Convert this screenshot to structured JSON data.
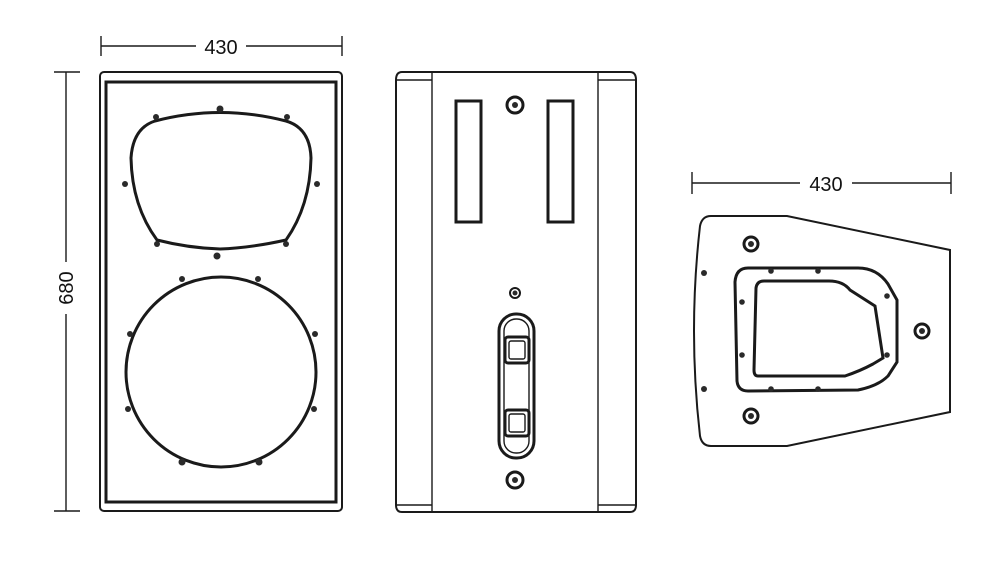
{
  "dimensions": {
    "front_width": "430",
    "front_height": "680",
    "side_depth": "430"
  },
  "colors": {
    "line": "#1a1a1a",
    "background": "#ffffff"
  }
}
